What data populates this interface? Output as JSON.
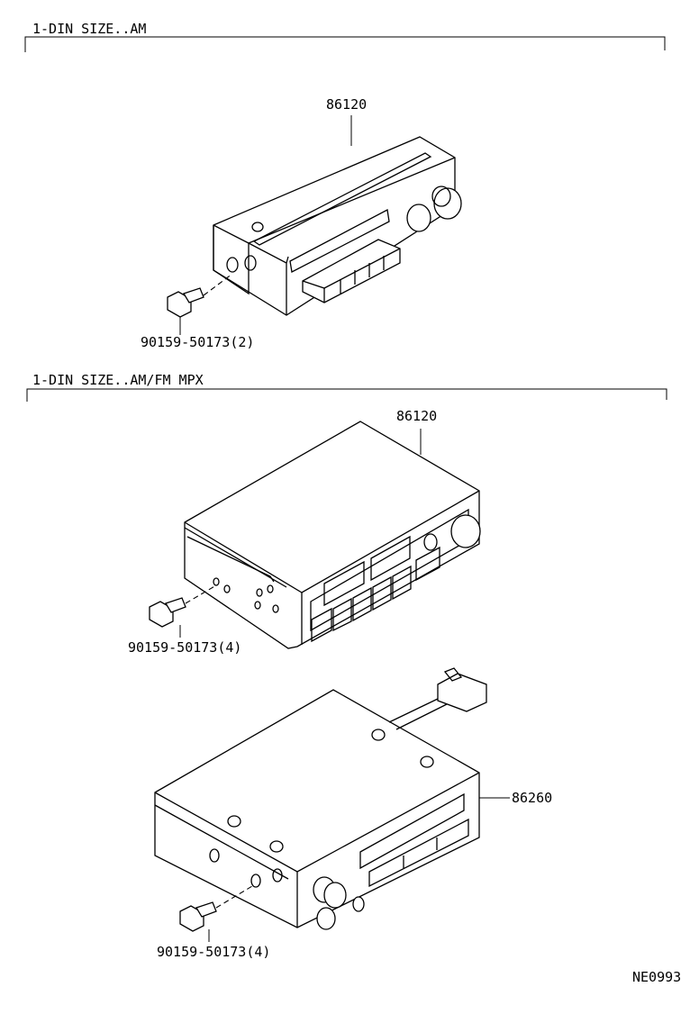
{
  "sections": [
    {
      "title": "1-DIN SIZE..AM",
      "parts": [
        {
          "part_number": "86120"
        },
        {
          "part_number": "90159-50173",
          "qty": "(2)"
        }
      ]
    },
    {
      "title": "1-DIN SIZE..AM/FM MPX",
      "parts": [
        {
          "part_number": "86120"
        },
        {
          "part_number": "90159-50173",
          "qty": "(4)"
        },
        {
          "part_number": "86260"
        },
        {
          "part_number": "90159-50173",
          "qty": "(4)"
        }
      ]
    }
  ],
  "drawing_code": "NE0993"
}
